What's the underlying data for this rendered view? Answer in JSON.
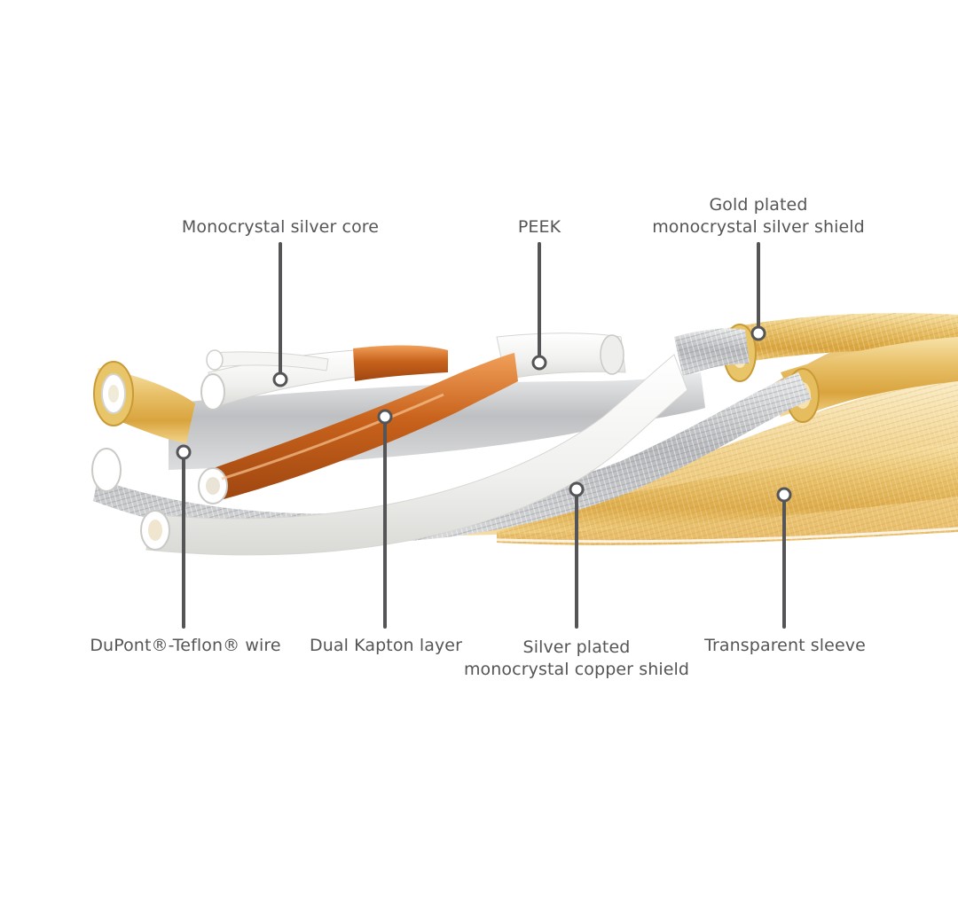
{
  "labels": {
    "core": "Monocrystal silver core",
    "peek": "PEEK",
    "gold_shield": [
      "Gold plated",
      "monocrystal silver shield"
    ],
    "teflon": "DuPont®-Teflon® wire",
    "kapton": "Dual Kapton layer",
    "silver_shield": [
      "Silver plated",
      "monocrystal copper shield"
    ],
    "sleeve": "Transparent sleeve"
  },
  "colors": {
    "callout": "#555558",
    "copper": "#c8621c",
    "gold": "#e2b85a",
    "silver": "#b9babd",
    "white_insulation": "#f3f3f1"
  }
}
